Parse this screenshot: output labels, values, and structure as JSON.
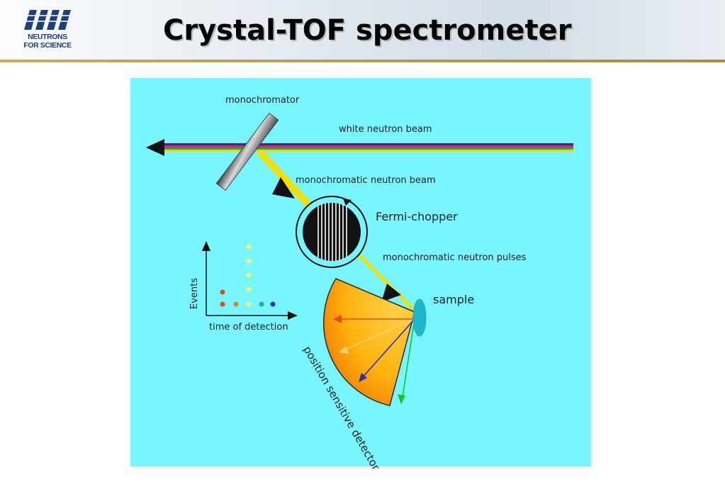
{
  "header": {
    "title": "Crystal-TOF spectrometer",
    "logo_name": "ill-logo",
    "logo_line1": "NEUTRONS",
    "logo_line2": "FOR SCIENCE",
    "logo_color": "#1d3f7a",
    "rule_color": "#b39a52"
  },
  "diagram": {
    "background": "#79f5ff",
    "labels": {
      "monochromator": "monochromator",
      "white_beam": "white neutron beam",
      "mono_beam": "monochromatic neutron beam",
      "chopper": "Fermi-chopper",
      "pulses": "monochromatic neutron pulses",
      "sample": "sample",
      "detector": "position sensitive detector",
      "y_axis": "Events",
      "x_axis": "time of detection"
    },
    "beam_colors": [
      "#2b2f8f",
      "#e21f6f",
      "#25a84a",
      "#f2d400"
    ],
    "ray_colors": [
      "#e84a1a",
      "#f5d36a",
      "#2a2fb0",
      "#19c41f"
    ],
    "event_dot_colors": [
      "#e04a1a",
      "#d58a10",
      "#f5f07a",
      "#23b08a",
      "#2832c8"
    ]
  }
}
